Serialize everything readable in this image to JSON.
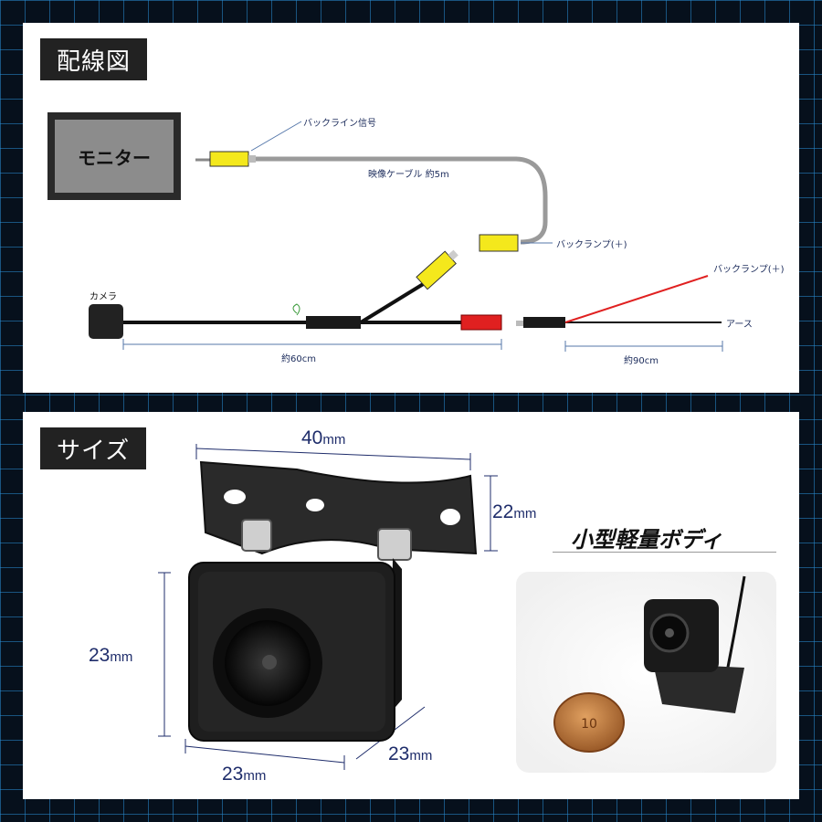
{
  "wiring": {
    "section_title": "配線図",
    "monitor_label": "モニター",
    "labels": {
      "backline_signal": "バックライン信号",
      "video_cable": "映像ケーブル 約5m",
      "backlamp_top": "バックランプ(＋)",
      "backlamp_right": "バックランプ(＋)",
      "camera": "カメラ",
      "earth": "アース",
      "length_60": "約60cm",
      "length_90": "約90cm"
    }
  },
  "size": {
    "section_title": "サイズ",
    "dims": {
      "width_bracket": "40",
      "bracket_height": "22",
      "height": "23",
      "width": "23",
      "depth": "23",
      "unit": "mm"
    },
    "feature": "小型軽量ボディ",
    "coin_text": "10"
  },
  "colors": {
    "accent_grid": "#288cd2",
    "dim_text": "#1f2d6b",
    "rca_yellow": "#f4e81c",
    "red_wire": "#e02020"
  }
}
